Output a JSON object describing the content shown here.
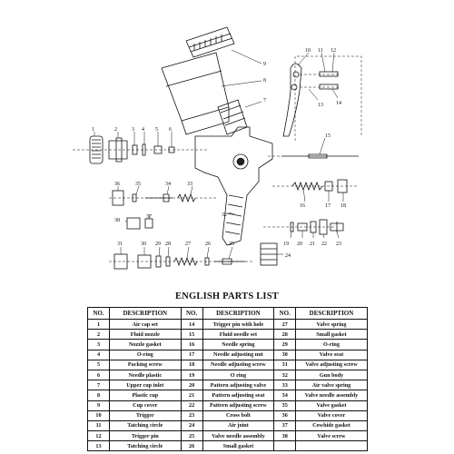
{
  "diagram": {
    "callouts": [
      "1",
      "2",
      "3",
      "4",
      "5",
      "6",
      "7",
      "8",
      "9",
      "10",
      "11",
      "12",
      "13",
      "14",
      "15",
      "16",
      "17",
      "18",
      "19",
      "20",
      "21",
      "22",
      "23",
      "24",
      "25",
      "26",
      "27",
      "28",
      "29",
      "30",
      "31",
      "32",
      "33",
      "34",
      "35",
      "36",
      "37",
      "38"
    ]
  },
  "list_title": "ENGLISH PARTS LIST",
  "table": {
    "headers": [
      "NO.",
      "DESCRIPTION",
      "NO.",
      "DESCRIPTION",
      "NO.",
      "DESCRIPTION"
    ],
    "rows": [
      [
        "1",
        "Air cap set",
        "14",
        "Trigger pin with hole",
        "27",
        "Valve spring"
      ],
      [
        "2",
        "Fluid nozzle",
        "15",
        "Fluid needle set",
        "28",
        "Small gasket"
      ],
      [
        "3",
        "Nozzle gasket",
        "16",
        "Needle spring",
        "29",
        "O-ring"
      ],
      [
        "4",
        "O-ring",
        "17",
        "Needle adjusting nut",
        "30",
        "Valve seat"
      ],
      [
        "5",
        "Packing screw",
        "18",
        "Needle adjusting screw",
        "31",
        "Valve adjusting screw"
      ],
      [
        "6",
        "Needle plastic",
        "19",
        "O ring",
        "32",
        "Gun body"
      ],
      [
        "7",
        "Upper cup inlet",
        "20",
        "Pattern adjusting valve",
        "33",
        "Air valve spring"
      ],
      [
        "8",
        "Plastic cup",
        "21",
        "Pattern adjusting seat",
        "34",
        "Valve needle assembly"
      ],
      [
        "9",
        "Cup cover",
        "22",
        "Pattern adjusting screw",
        "35",
        "Valve gasket"
      ],
      [
        "10",
        "Trigger",
        "23",
        "Cross bolt",
        "36",
        "Valve cover"
      ],
      [
        "11",
        "Tatching circle",
        "24",
        "Air joint",
        "37",
        "Cowhide gasket"
      ],
      [
        "12",
        "Trigger pin",
        "25",
        "Valve needle assembly",
        "38",
        "Valve screw"
      ],
      [
        "13",
        "Tatching circle",
        "26",
        "Small gasket",
        "",
        ""
      ]
    ]
  }
}
